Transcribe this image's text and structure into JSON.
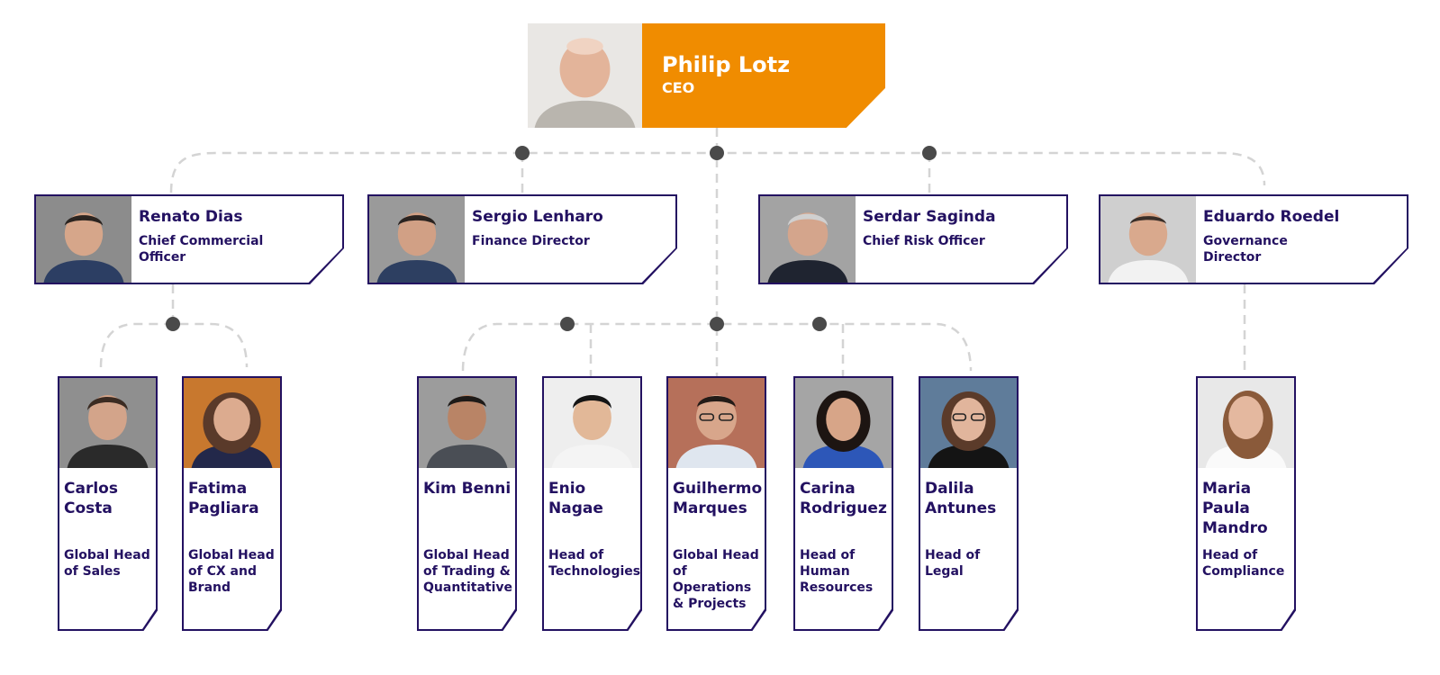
{
  "colors": {
    "accent": "#f08c00",
    "navy": "#231161",
    "connector": "#d4d4d4",
    "node": "#4a4a4a"
  },
  "ceo": {
    "name": "Philip Lotz",
    "role": "CEO"
  },
  "directors": [
    {
      "name": "Renato Dias",
      "role": "Chief Commercial Officer"
    },
    {
      "name": "Sergio Lenharo",
      "role": "Finance Director"
    },
    {
      "name": "Serdar Saginda",
      "role": "Chief Risk Officer"
    },
    {
      "name": "Eduardo Roedel",
      "role": "Governance Director"
    }
  ],
  "heads": [
    {
      "name": "Carlos Costa",
      "role": "Global Head of Sales"
    },
    {
      "name": "Fatima Pagliara",
      "role": "Global Head of CX and Brand"
    },
    {
      "name": "Kim Benni",
      "role": "Global Head of Trading & Quantitative"
    },
    {
      "name": "Enio Nagae",
      "role": "Head of Technologies"
    },
    {
      "name": "Guilhermo Marques",
      "role": "Global Head of Operations & Projects"
    },
    {
      "name": "Carina Rodriguez",
      "role": "Head of Human Resources"
    },
    {
      "name": "Dalila Antunes",
      "role": "Head of Legal"
    },
    {
      "name": "Maria Paula Mandro",
      "role": "Head of Compliance"
    }
  ]
}
